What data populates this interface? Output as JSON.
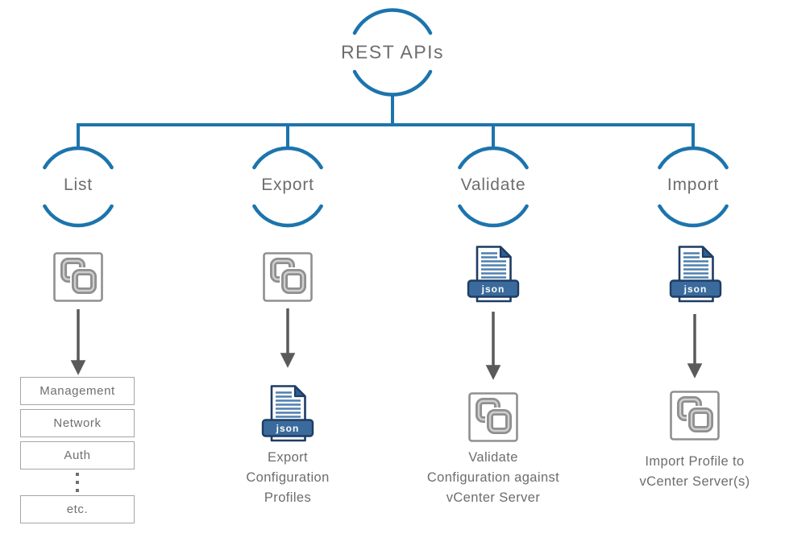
{
  "colors": {
    "connector_blue": "#1c74ad",
    "text_gray": "#6d6d6d",
    "arrow_gray": "#5a5a5a",
    "icon_gray": "#8f8f8f",
    "json_navy": "#1e3c64",
    "json_banner_blue": "#3a6b9c",
    "json_fold_blue": "#2e5e94",
    "box_border_gray": "#a5a5a5"
  },
  "root": {
    "label": "REST APIs"
  },
  "nodes": [
    {
      "label": "List"
    },
    {
      "label": "Export"
    },
    {
      "label": "Validate"
    },
    {
      "label": "Import"
    }
  ],
  "icons": {
    "json_label": "json"
  },
  "list_items": [
    "Management",
    "Network",
    "Auth",
    "etc."
  ],
  "list_ellipsis": "⋮",
  "captions": {
    "export": "Export\nConfiguration\nProfiles",
    "validate": "Validate\nConfiguration against\nvCenter Server",
    "import": "Import Profile to\nvCenter Server(s)"
  }
}
